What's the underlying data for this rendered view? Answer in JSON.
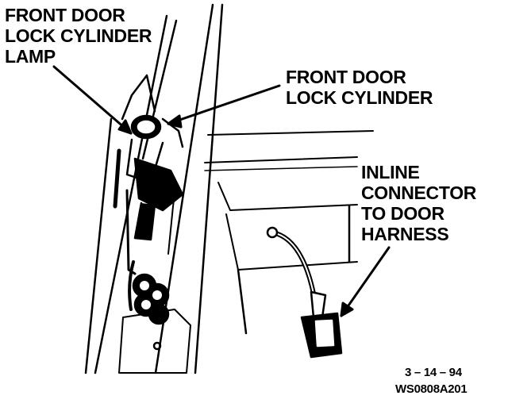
{
  "labels": {
    "lamp": [
      "FRONT DOOR",
      "LOCK CYLINDER",
      "LAMP"
    ],
    "cylinder": [
      "FRONT DOOR",
      "LOCK CYLINDER"
    ],
    "connector": [
      "INLINE",
      "CONNECTOR",
      "TO DOOR",
      "HARNESS"
    ]
  },
  "footer": {
    "date": "3 – 14 – 94",
    "code": "WS0808A201"
  },
  "colors": {
    "ink": "#000000",
    "paper": "#ffffff"
  }
}
